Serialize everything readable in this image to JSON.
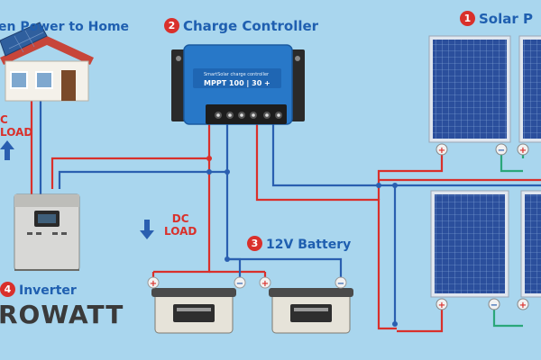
{
  "labels": {
    "power_to_home": "en Power to Home",
    "charge_controller": "Charge Controller",
    "solar_panel": "Solar P",
    "inverter": "Inverter",
    "battery": "12V Battery",
    "ac_load_line1": "C",
    "ac_load_line2": "LOAD",
    "dc_load_line1": "DC",
    "dc_load_line2": "LOAD"
  },
  "badges": {
    "solar_panel": "1",
    "charge_controller": "2",
    "battery": "3",
    "inverter": "4"
  },
  "device": {
    "brand_small": "SmartSolar charge controller",
    "model": "MPPT 100 | 30 +"
  },
  "inverter_brand": "ROWATT",
  "terminals": {
    "positive": "+",
    "negative": "−"
  },
  "colors": {
    "positive_wire": "#d9302b",
    "negative_wire": "#2a5fb0",
    "panel_wire": "#2aa77a",
    "label_blue": "#1f5fb0",
    "background": "#a9d6ee"
  }
}
